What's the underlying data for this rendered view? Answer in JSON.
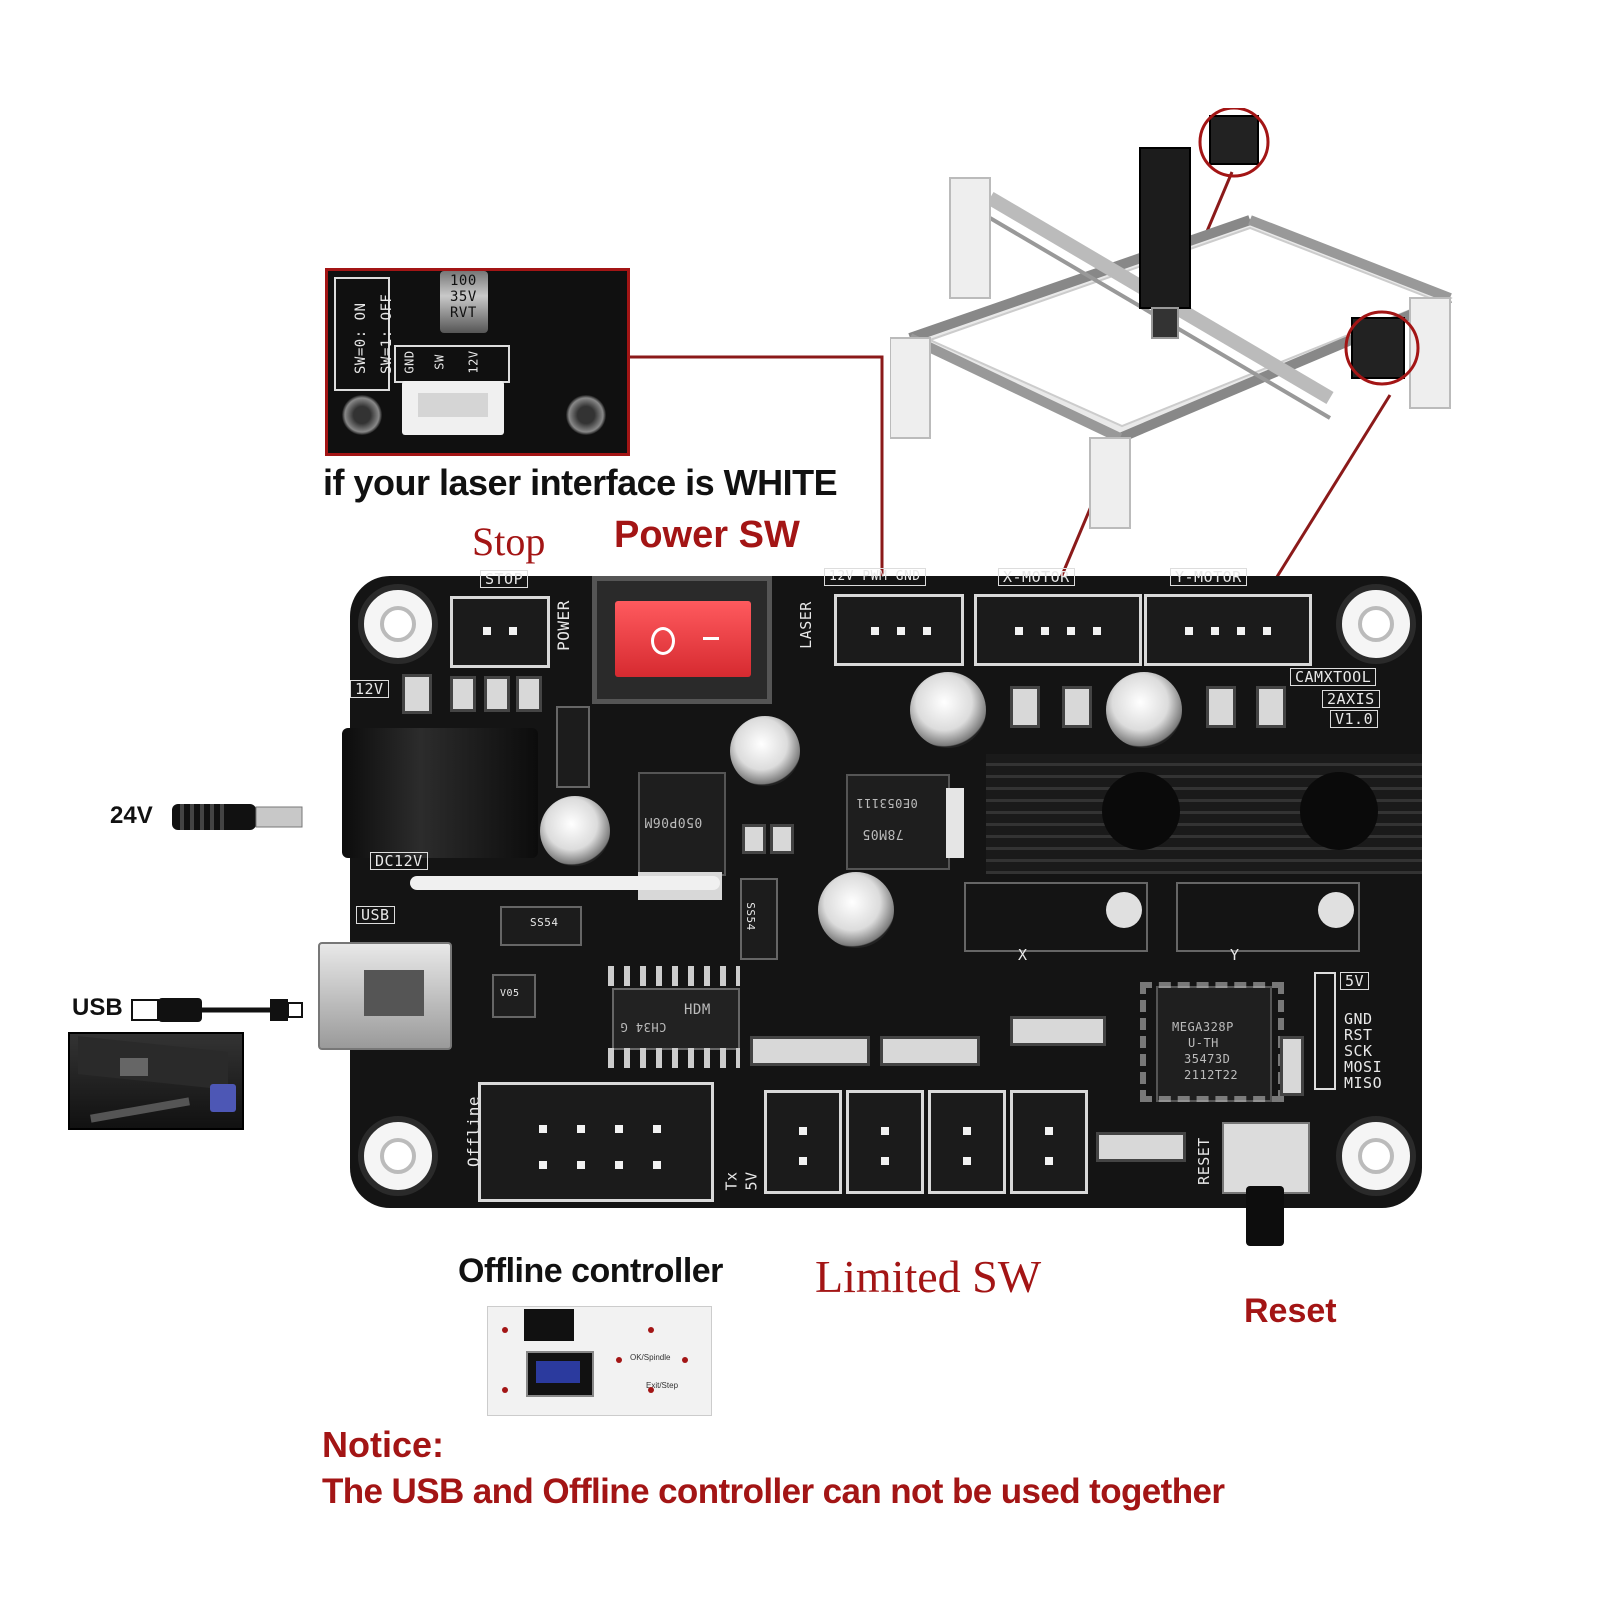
{
  "labels": {
    "laser_interface_note": "if your laser interface is WHITE",
    "stop": "Stop",
    "power_sw": "Power SW",
    "v24": "24V",
    "usb": "USB",
    "offline_controller": "Offline controller",
    "limited_sw": "Limited SW",
    "reset": "Reset",
    "notice_title": "Notice:",
    "notice_body": "The USB and Offline controller can not be used together"
  },
  "laser_inset": {
    "sw0": "SW=0:  ON",
    "sw1": "SW=1:  OFF",
    "cap_line1": "100",
    "cap_line2": "35V",
    "cap_line3": "RVT",
    "pin_gnd": "GND",
    "pin_sw": "SW",
    "pin_12v": "12V"
  },
  "board": {
    "stop": "STOP",
    "power": "POWER",
    "laser": "LASER",
    "laser_pins": "12V PWM GND",
    "x_motor": "X-MOTOR",
    "y_motor": "Y-MOTOR",
    "brand1": "CAMXTOOL",
    "brand2": "2AXIS",
    "brand3": "V1.0",
    "v12": "12V",
    "dc12v": "DC12V",
    "usb": "USB",
    "offline": "Offline",
    "tx": "Tx",
    "v5_small": "5V",
    "reset": "RESET",
    "x": "X",
    "y": "Y",
    "isp_5v": "5V",
    "isp_gnd": "GND",
    "isp_rst": "RST",
    "isp_sck": "SCK",
    "isp_mosi": "MOSI",
    "isp_miso": "MISO",
    "mcu_line1": "MEGA328P",
    "mcu_line2": "U-TH",
    "mcu_line3": "35473D",
    "mcu_line4": "2112T22",
    "usb_chip_line1": "CH34 G",
    "usb_chip_line2": "HDM",
    "mosfet": "050P06M",
    "regulator": "78M05",
    "regulator2": "0E053111",
    "diode": "SS54",
    "diode2": "SS54",
    "fuse": "V05"
  },
  "offline_module": {
    "btn1": "OK/Spindle",
    "btn2": "Exit/Step"
  },
  "colors": {
    "accent_red": "#a31515",
    "board_black": "#141414",
    "switch_red": "#e0343a",
    "callout_line": "#8b1a1a"
  }
}
